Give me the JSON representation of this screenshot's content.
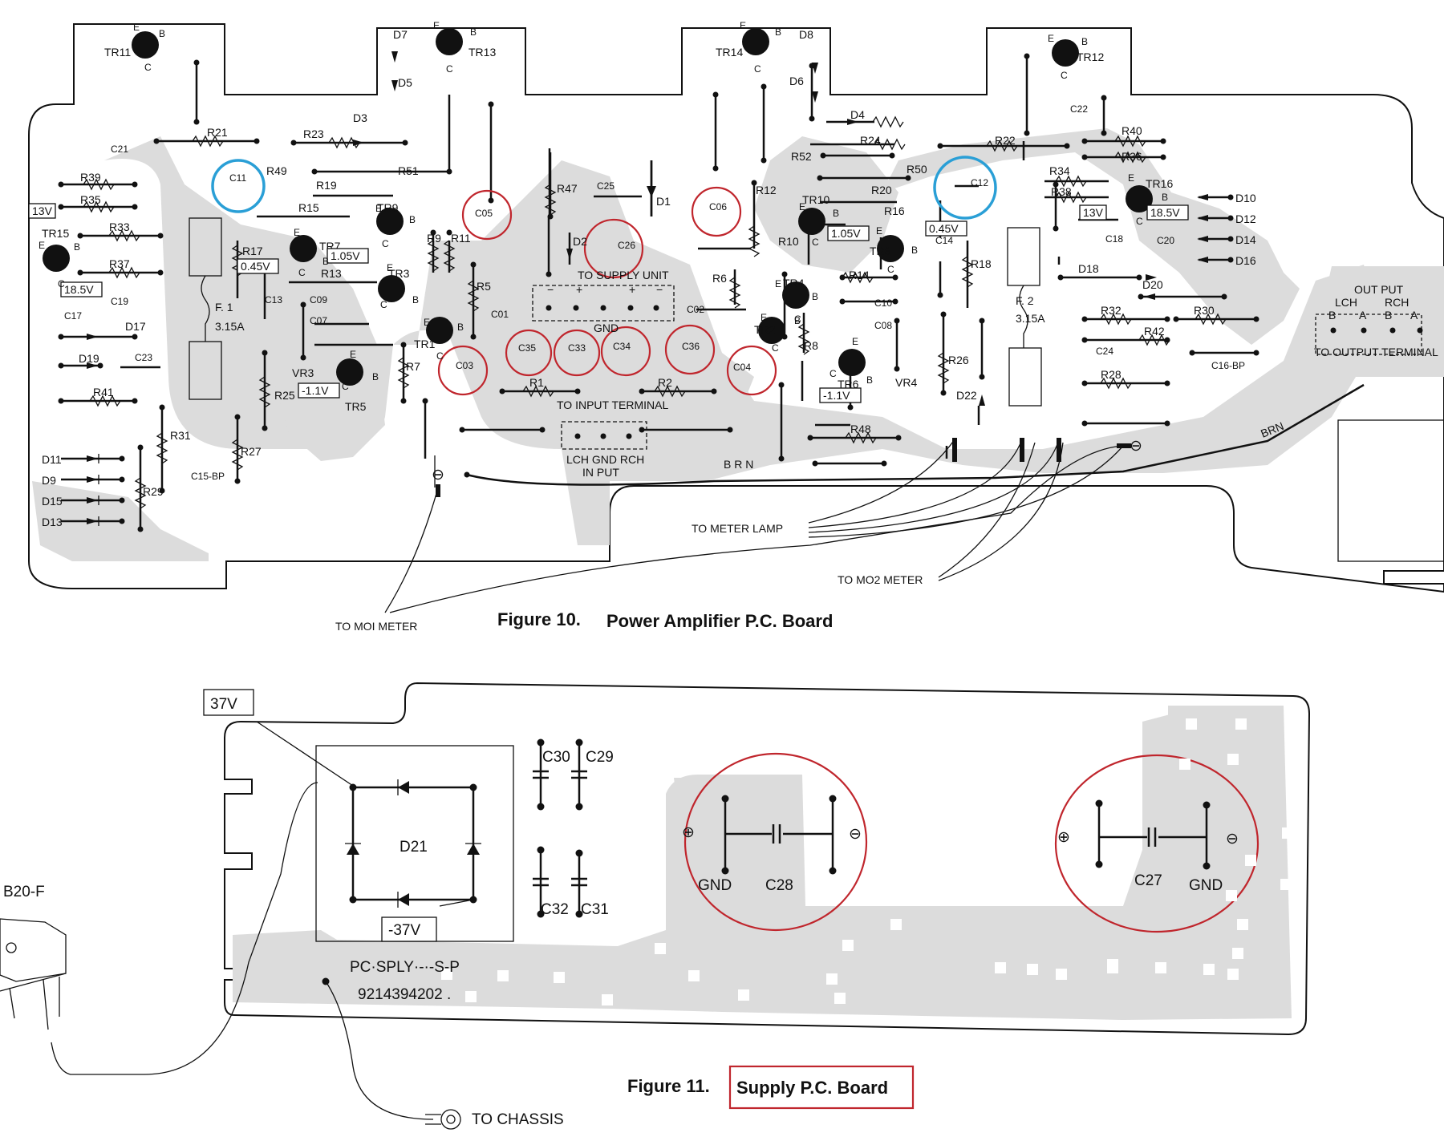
{
  "captions": {
    "fig10_prefix": "Figure 10.",
    "fig10_title": "Power Amplifier P.C. Board",
    "fig11_prefix": "Figure 11.",
    "fig11_title": "Supply P.C. Board"
  },
  "fig10": {
    "transistors": [
      "TR11",
      "TR13",
      "TR14",
      "TR12",
      "TR15",
      "TR9",
      "TR7",
      "TR3",
      "TR1",
      "TR5",
      "TR10",
      "TR8",
      "TR4",
      "TR2",
      "TR6",
      "TR16"
    ],
    "resistors": [
      "R21",
      "R23",
      "R39",
      "R35",
      "R33",
      "R37",
      "R49",
      "R19",
      "R15",
      "R51",
      "R17",
      "R13",
      "R9",
      "R11",
      "R5",
      "R7",
      "R25",
      "R31",
      "R27",
      "R29",
      "R41",
      "R47",
      "R1",
      "R2",
      "R12",
      "R10",
      "R6",
      "R8",
      "R52",
      "R50",
      "R20",
      "R16",
      "R24",
      "R14",
      "R22",
      "R40",
      "R36",
      "R34",
      "R38",
      "R18",
      "R26",
      "R48",
      "R32",
      "R42",
      "R30",
      "R28"
    ],
    "capacitors": [
      "C21",
      "C11",
      "C19",
      "C17",
      "C23",
      "C13",
      "C09",
      "C07",
      "C01",
      "C05",
      "C03",
      "C35",
      "C33",
      "C34",
      "C36",
      "C25",
      "C26",
      "C02",
      "C06",
      "C04",
      "C10",
      "C08",
      "C14",
      "C12",
      "C22",
      "C18",
      "C20",
      "C24",
      "C15-BP",
      "C16-BP"
    ],
    "diodes": [
      "D7",
      "D5",
      "D3",
      "D8",
      "D6",
      "D4",
      "D1",
      "D2",
      "D17",
      "D19",
      "D11",
      "D9",
      "D15",
      "D13",
      "D18",
      "D20",
      "D22",
      "D10",
      "D12",
      "D14",
      "D16"
    ],
    "other_parts": [
      "F. 1",
      "3.15A",
      "F. 2",
      "3.15A",
      "VR3",
      "VR4"
    ],
    "voltages": [
      "13V",
      "18.5V",
      "0.45V",
      "1.05V",
      "-1.1V",
      "1.05V",
      "0.45V",
      "-1.1V",
      "13V",
      "18.5V"
    ],
    "pins": [
      "E",
      "B",
      "C"
    ],
    "connectors": {
      "supply_label": "TO SUPPLY UNIT",
      "supply_pins": [
        "−",
        "+",
        "+",
        "−"
      ],
      "supply_gnd": "GND",
      "input_label": "TO INPUT TERMINAL",
      "input_pins": "LCH GND RCH",
      "input_name": "IN PUT",
      "output_label": "OUT PUT",
      "output_channels": [
        "LCH",
        "RCH"
      ],
      "output_pins": [
        "B",
        "A",
        "B",
        "A"
      ],
      "output_terminal": "TO OUTPUT TERMINAL"
    },
    "wires": {
      "brn_1": "B R N",
      "brn_2": "BRN",
      "meter_lamp": "TO METER LAMP",
      "mo2_meter": "TO MO2 METER",
      "mo1_meter": "TO MOI METER",
      "minus": "⊖"
    }
  },
  "fig11": {
    "v_pos": "37V",
    "v_neg": "-37V",
    "bridge": "D21",
    "caps_small": [
      "C30",
      "C29",
      "C32",
      "C31"
    ],
    "c28": "C28",
    "c27": "C27",
    "gnd": "GND",
    "plus": "⊕",
    "minus": "⊖",
    "part_no": "PC·SPLY·-·-S-P",
    "serial": "9214394202 .",
    "rectifier": "B20-F",
    "chassis": "TO CHASSIS"
  },
  "highlight_colors": {
    "red": "#c0262d",
    "blue": "#2a9fd6"
  }
}
